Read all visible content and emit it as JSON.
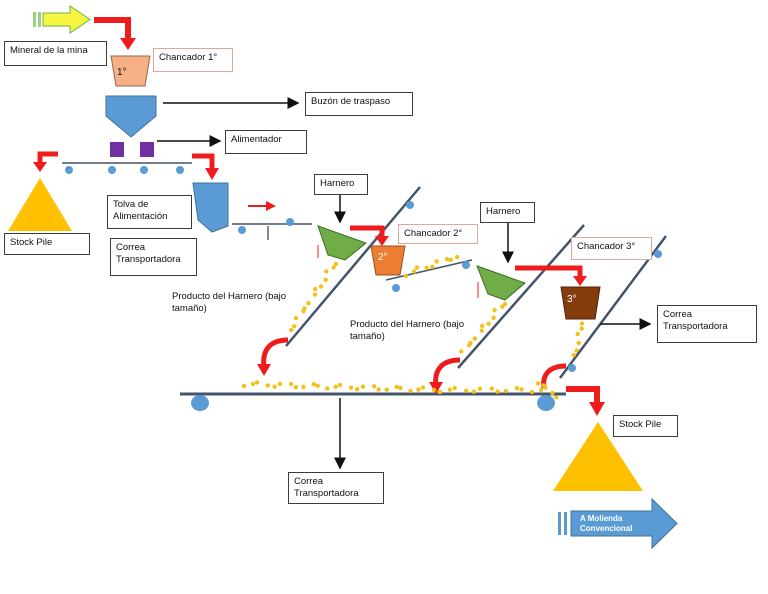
{
  "labels": {
    "mineral": "Mineral de la mina",
    "chancador1": "Chancador 1°",
    "crusher1_tag": "1°",
    "buzon": "Buzón de traspaso",
    "alimentador": "Alimentador",
    "tolva": "Tolva de Alimentación",
    "stock_left": "Stock Pile",
    "correa_top": "Correa Transportadora",
    "harnero1": "Harnero",
    "chancador2": "Chancador 2°",
    "crusher2_tag": "2°",
    "harnero2": "Harnero",
    "chancador3": "Chancador 3°",
    "crusher3_tag": "3°",
    "producto1": "Producto del Harnero (bajo tamaño)",
    "producto2": "Producto del Harnero (bajo tamaño)",
    "correa_right": "Correa Transportadora",
    "stock_right": "Stock Pile",
    "correa_bottom": "Correa Transportadora",
    "molienda_line1": "A Molienda",
    "molienda_line2": "Convencional"
  },
  "colors": {
    "red": "#ee1c1c",
    "yellow_arrow": "#f5f542",
    "crusher1": "#f6b084",
    "crusher2": "#ed7d31",
    "crusher3": "#843c0c",
    "hopper": "#5b9bd5",
    "feeder": "#7030a0",
    "screen": "#70ad47",
    "pile": "#ffc000",
    "ore": "#f2c11a",
    "roller": "#5b9bd5",
    "belt": "#44546a",
    "out_arrow": "#5b9bd5"
  }
}
